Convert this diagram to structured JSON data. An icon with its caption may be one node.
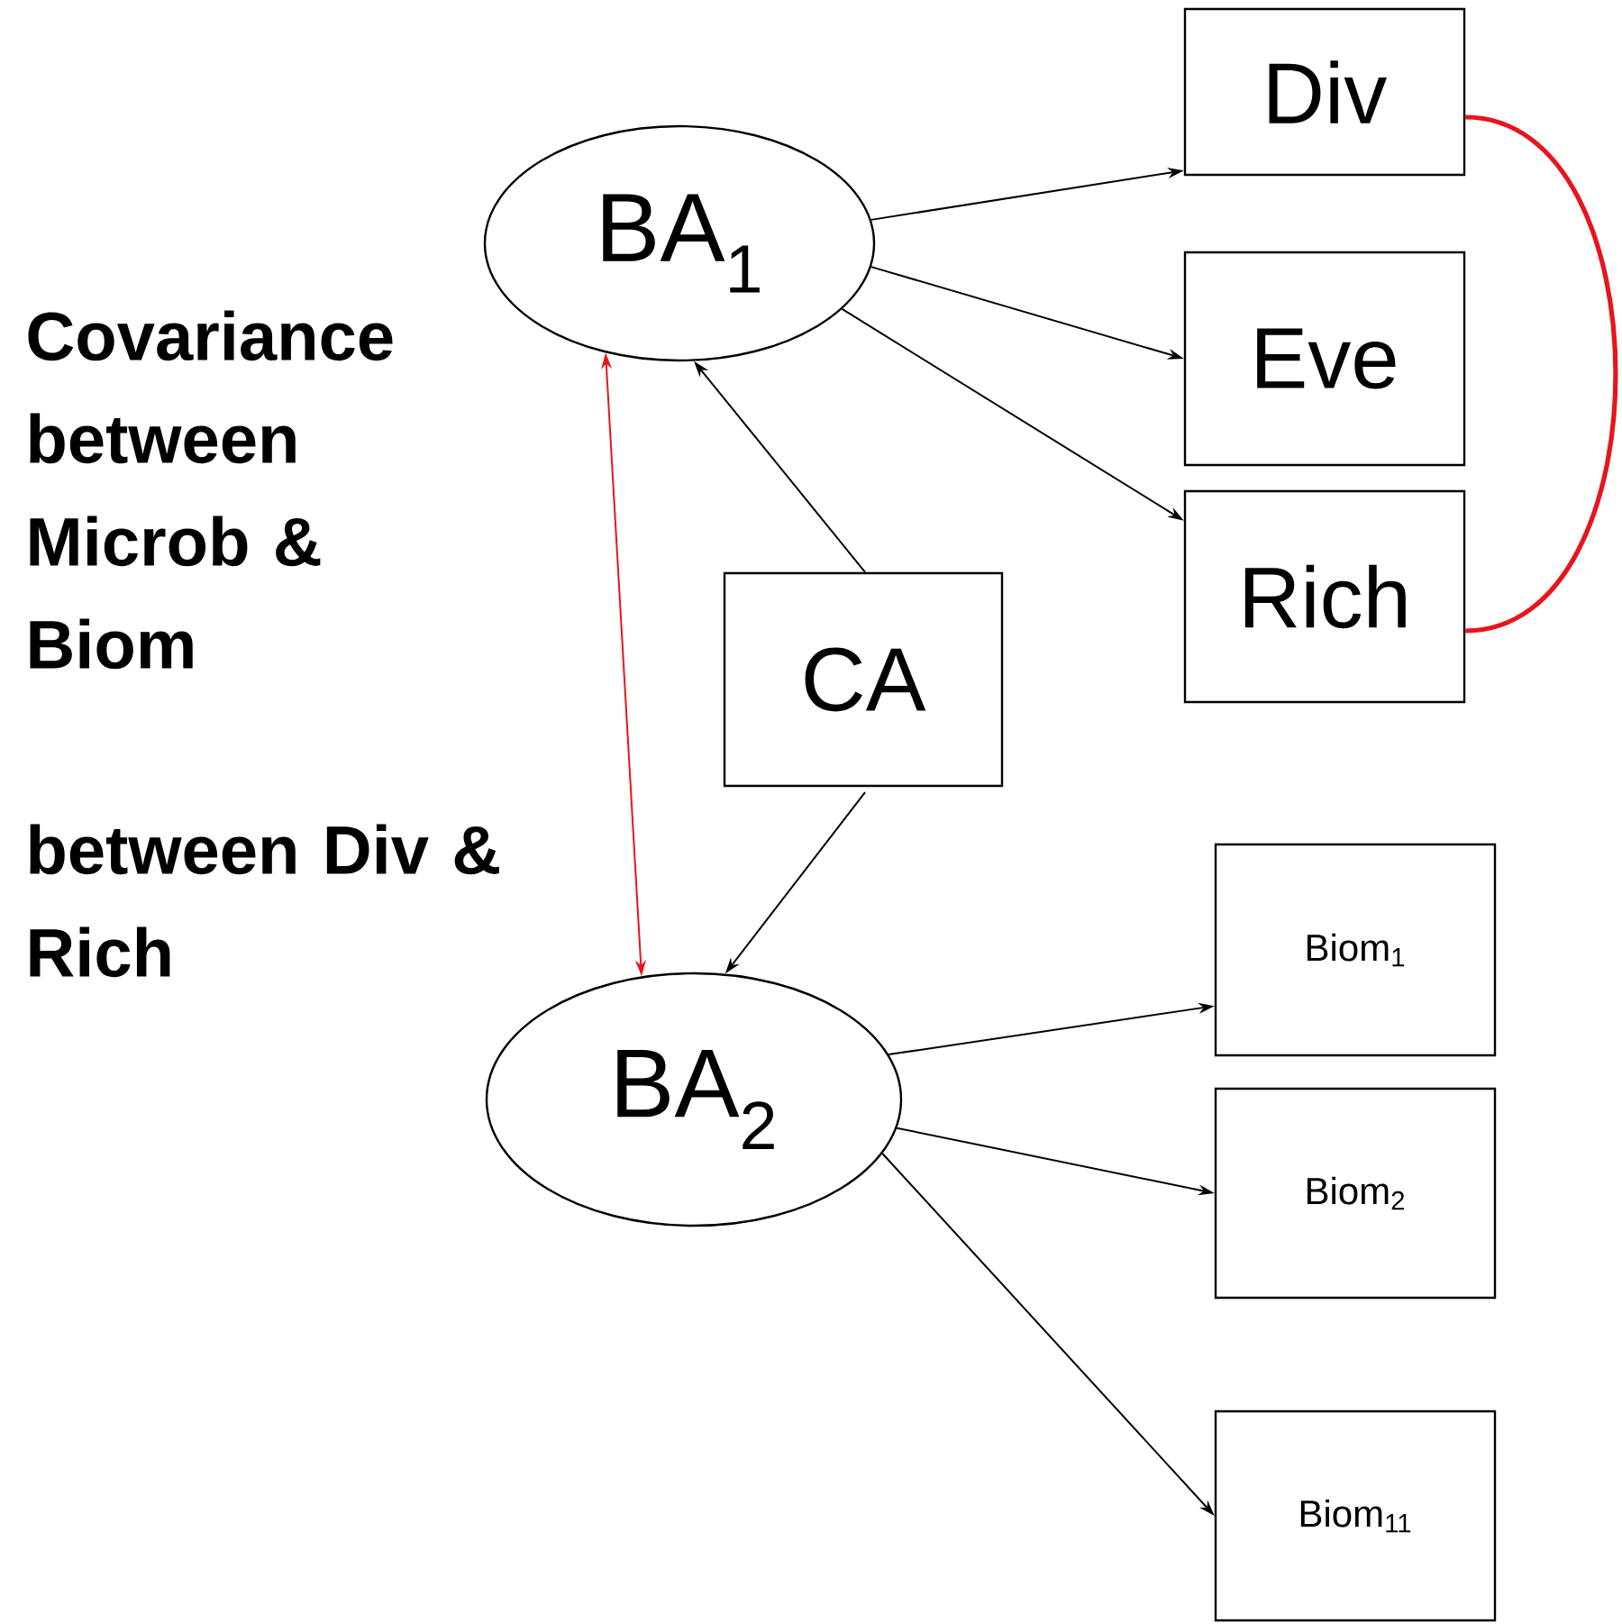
{
  "diagram": {
    "nodes": [
      {
        "text": [
          "BA$_{1}$"
        ]
      },
      {
        "text": [
          "Div"
        ]
      },
      {
        "text": [
          "Eve"
        ]
      },
      {
        "text": [
          "Rich"
        ]
      },
      {
        "text": [
          "CA"
        ]
      },
      {
        "text": [
          "BA$_{2}$"
        ]
      },
      {
        "text": [
          "Biom$_{1}$"
        ]
      },
      {
        "text": [
          "Biom$_{2}$"
        ]
      },
      {
        "text": [
          "Biom$_{11}$"
        ]
      }
    ],
    "edges": [
      {
        "from": 0,
        "to": 1,
        "arrow": "to"
      },
      {
        "from": 0,
        "to": 2,
        "arrow": "to"
      },
      {
        "from": 0,
        "to": 3,
        "arrow": "to"
      },
      {
        "from": 4,
        "to": 0,
        "arrow": "to"
      },
      {
        "from": 4,
        "to": 5,
        "arrow": "to"
      },
      {
        "from": 5,
        "to": 6,
        "arrow": "to"
      },
      {
        "from": 5,
        "to": 7,
        "arrow": "to"
      },
      {
        "from": 5,
        "to": 8,
        "arrow": "to"
      },
      {
        "from": 0,
        "to": 5,
        "arrow": "both",
        "color": "#e8141c"
      },
      {
        "from": 1,
        "to": 3,
        "arrow": "none",
        "style": "thick",
        "color": "#e8141c"
      }
    ],
    "labels": [
      "Covariance between Microb & Biom",
      "between Div & Rich"
    ]
  }
}
